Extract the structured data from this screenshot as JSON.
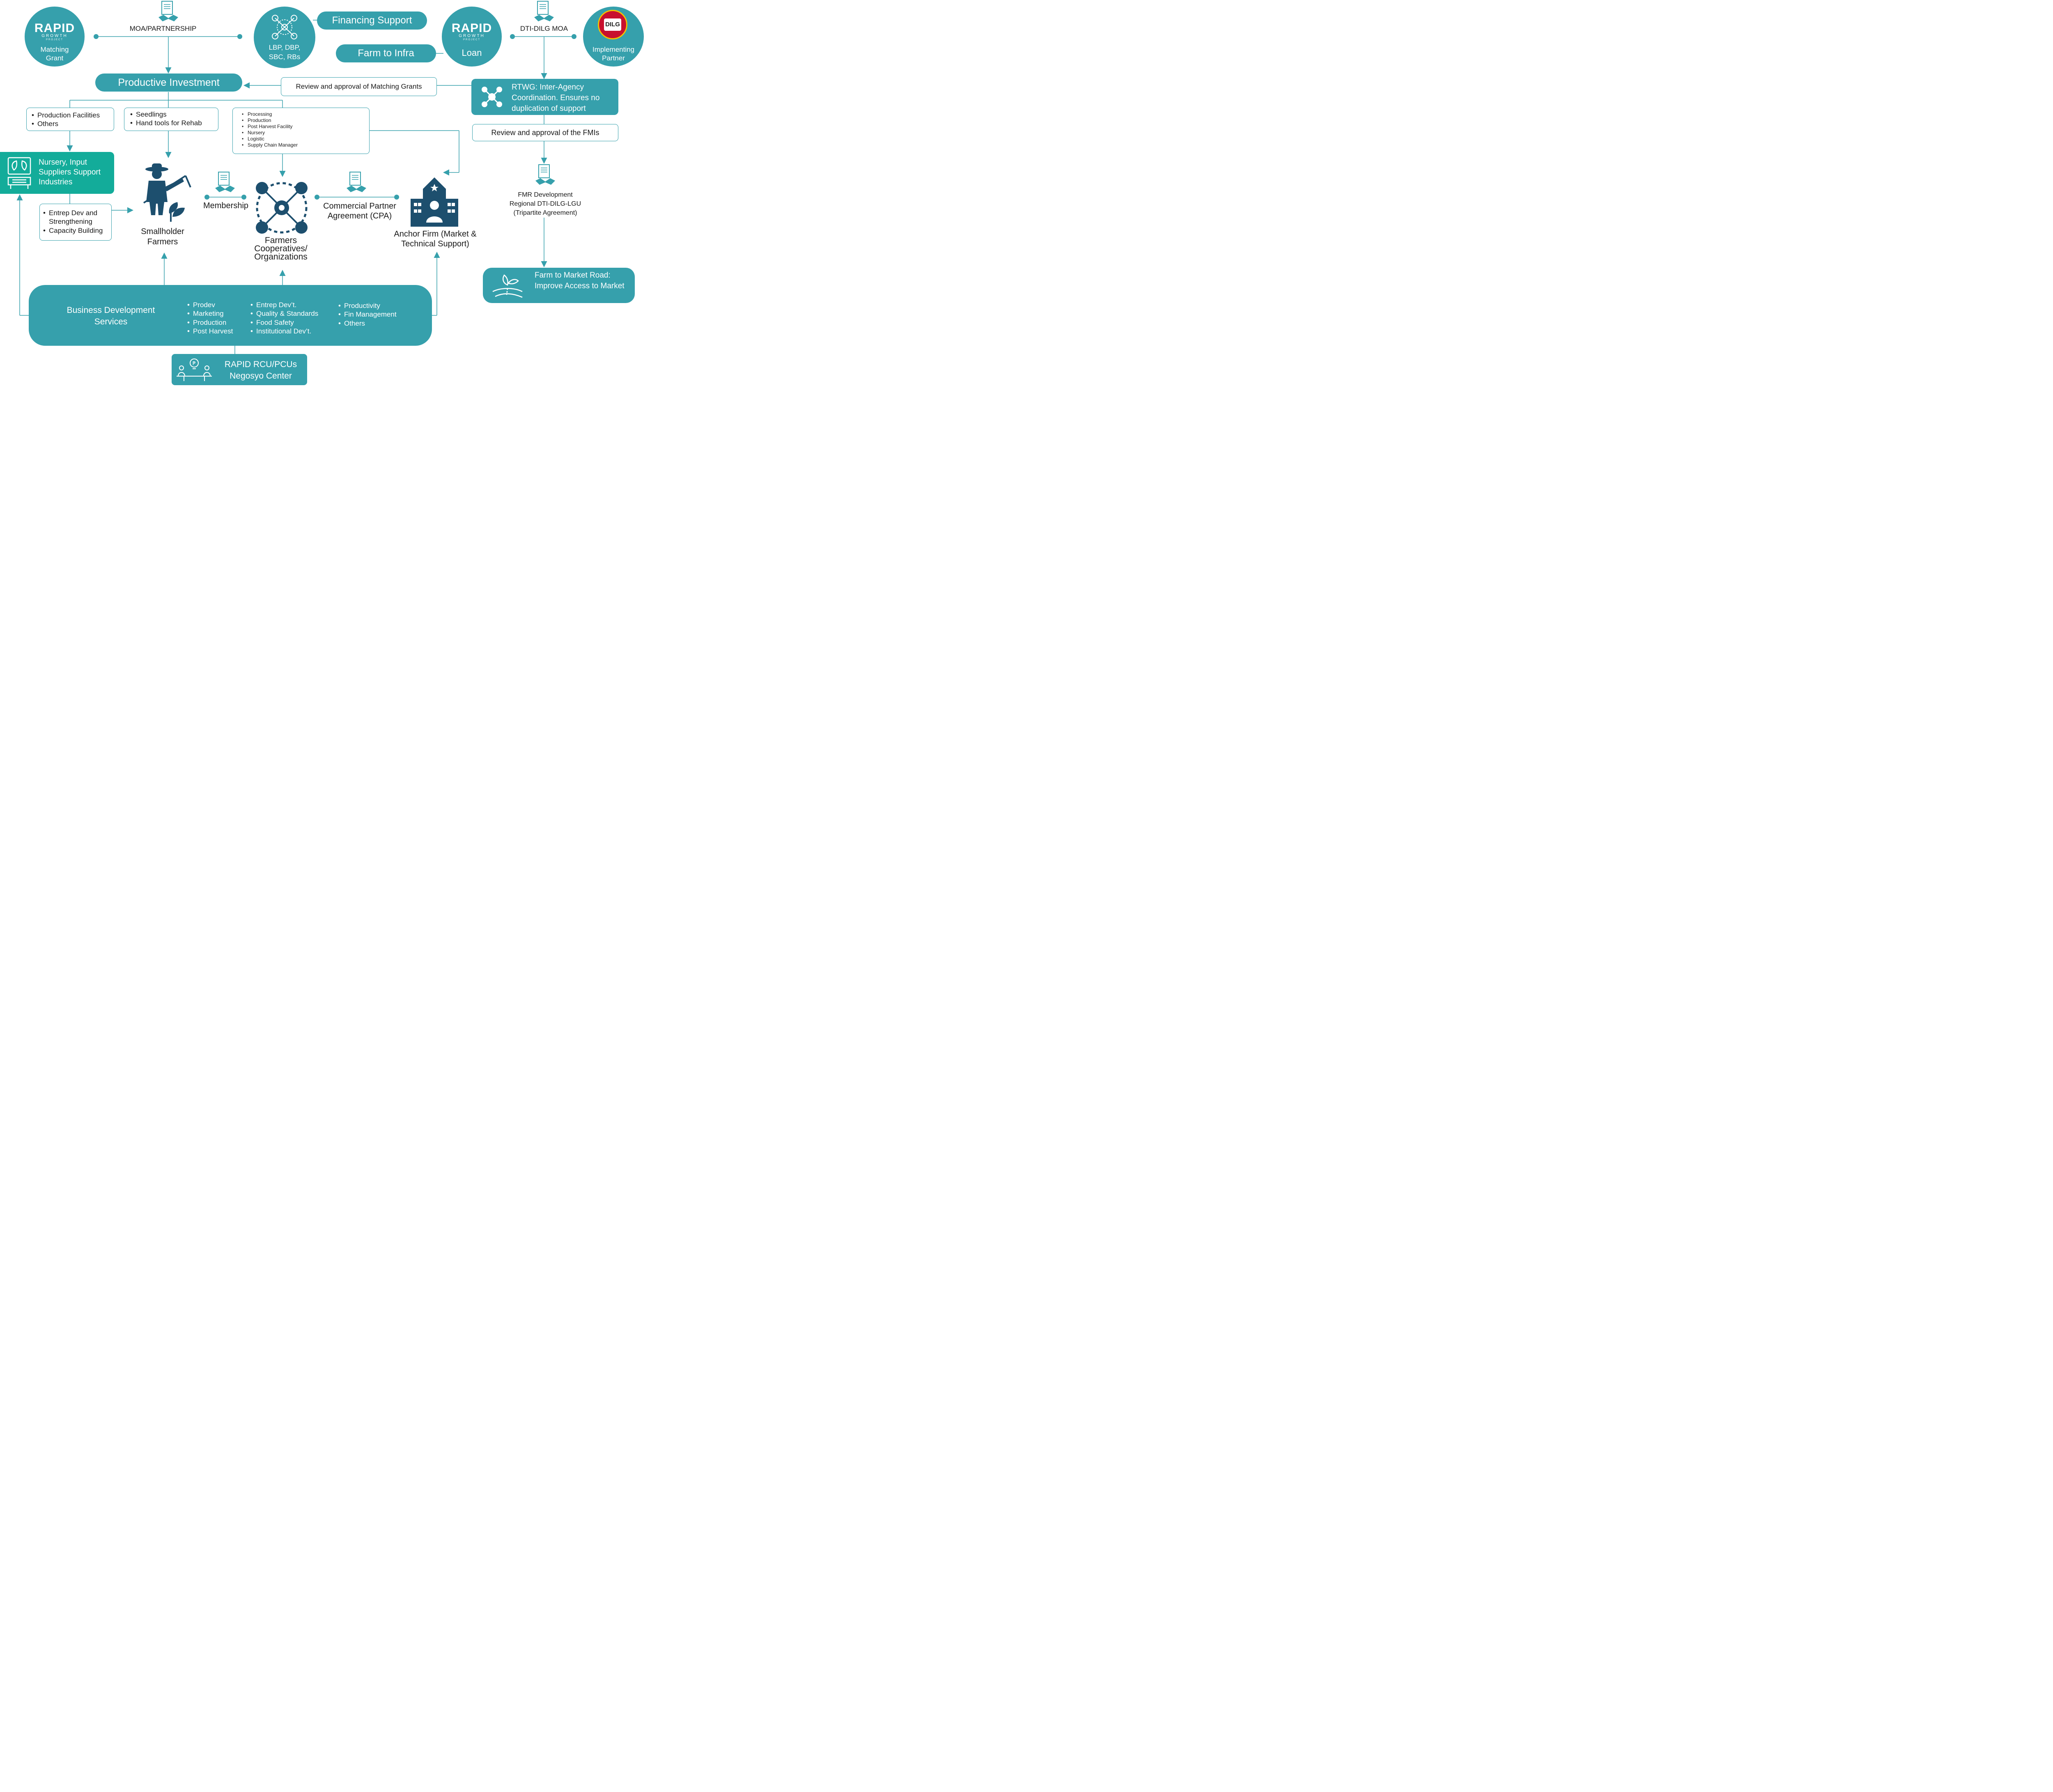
{
  "top": {
    "left_logo": {
      "brand": "RAPID",
      "sub": "GROWTH",
      "sub2": "PROJECT",
      "caption": "Matching Grant"
    },
    "moa_label": "MOA/PARTNERSHIP",
    "lenders": "LBP, DBP, SBC, RBs",
    "financing_support": "Financing Support",
    "farm_to_infra": "Farm to Infra",
    "right_logo": {
      "brand": "RAPID",
      "sub": "GROWTH",
      "sub2": "PROJECT",
      "caption": "Loan"
    },
    "dti_dilg_moa": "DTI-DILG MOA",
    "dilg": {
      "logo_text": "DILG",
      "caption": "Implementing Partner"
    }
  },
  "productive_investment": "Productive Investment",
  "review_matching_grants": "Review and approval of Matching Grants",
  "rtwg": "RTWG: Inter-Agency Coordination. Ensures no duplication of support",
  "review_fmis": "Review and approval of the FMIs",
  "box_prod_facilities": [
    "Production Facilities",
    "Others"
  ],
  "box_seedlings": [
    "Seedlings",
    "Hand tools for Rehab"
  ],
  "box_processing": [
    "Processing",
    "Production",
    "Post Harvest Facility",
    "Nursery",
    "Logistic",
    "Supply Chain Manager"
  ],
  "nursery": "Nursery, Input Suppliers Support Industries",
  "box_entrep": [
    "Entrep Dev and Strengthening",
    "Capacity Building"
  ],
  "smallholder": "Smallholder Farmers",
  "membership": "Membership",
  "cooperatives": "Farmers Cooperatives/ Organizations",
  "cpa": "Commercial Partner Agreement (CPA)",
  "anchor_firm": "Anchor Firm (Market & Technical Support)",
  "fmr": "FMR Development Regional DTI-DILG-LGU (Tripartite Agreement)",
  "farm_to_market": "Farm to Market Road: Improve Access to Market",
  "bds": {
    "title": "Business Development Services",
    "col1": [
      "Prodev",
      "Marketing",
      "Production",
      "Post Harvest"
    ],
    "col2": [
      "Entrep Dev’t.",
      "Quality & Standards",
      "Food Safety",
      "Institutional Dev’t."
    ],
    "col3": [
      "Productivity",
      "Fin Management",
      "Others"
    ]
  },
  "rapid_rcu": "RAPID RCU/PCUs Negosyo Center",
  "colors": {
    "teal": "#36a0ac",
    "teal_green": "#13ac9a",
    "navy": "#1d4f6e",
    "dilg_red": "#c8102e"
  }
}
